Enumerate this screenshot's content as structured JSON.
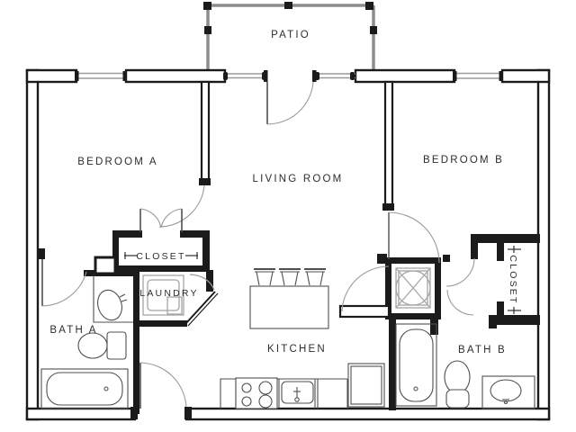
{
  "rooms": {
    "patio": "PATIO",
    "bedroom_a": "BEDROOM A",
    "living_room": "LIVING ROOM",
    "bedroom_b": "BEDROOM B",
    "closet_a": "CLOSET",
    "laundry": "LAUNDRY",
    "bath_a": "BATH A",
    "kitchen": "KITCHEN",
    "bath_b": "BATH B",
    "closet_b": "CLOSET"
  },
  "colors": {
    "wall": "#1b1b1b",
    "patio_wall": "#8d8d8d",
    "window": "#9b9b9b",
    "door_arc": "#9b9b9b",
    "fixture": "#4f4f4f",
    "fixture_light": "#a5a5a5",
    "label": "#2e2e2e",
    "background": "#ffffff"
  },
  "fixtures": {
    "bath_a": [
      "bathtub",
      "toilet",
      "vanity-sink"
    ],
    "bath_b": [
      "bathtub",
      "toilet",
      "vanity-sink"
    ],
    "kitchen": [
      "range",
      "kitchen-sink",
      "refrigerator",
      "island",
      "bar-stools"
    ],
    "laundry": [
      "washer"
    ],
    "utility": [
      "water-heater"
    ]
  }
}
